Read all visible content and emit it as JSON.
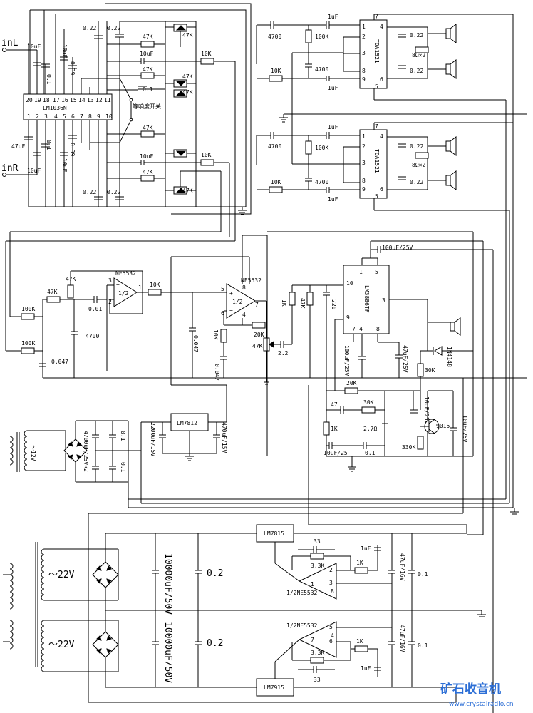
{
  "inputs": {
    "left": "inL",
    "right": "inR"
  },
  "ics": {
    "lm1036": "LM1036N",
    "tda_top": "TDA1521",
    "tda_bottom": "TDA1521",
    "ne5532_a": "NE5532",
    "ne5532_b": "NE5532",
    "lm3886": "LM3886TF",
    "lm7812": "LM7812",
    "lm7815": "LM7815",
    "lm7915": "LM7915",
    "ne5532_half_top": "1/2NE5532",
    "ne5532_half_bottom": "1/2NE5532"
  },
  "lm1036_pins_top": [
    "20",
    "19",
    "18",
    "17",
    "16",
    "15",
    "14",
    "13",
    "12",
    "11"
  ],
  "lm1036_pins_bottom": [
    "1",
    "2",
    "3",
    "4",
    "5",
    "6",
    "7",
    "8",
    "9",
    "10"
  ],
  "tda_pins": {
    "p1": "1",
    "p2": "2",
    "p3": "3",
    "p4": "4",
    "p5": "5",
    "p6": "6",
    "p7": "7",
    "p8": "8",
    "p9": "9"
  },
  "switch_label": "等响度开关",
  "values": {
    "c10uF": "10uF",
    "c047uF": "47uF",
    "c01": "0.1",
    "c039": "0.39",
    "c022": "0.22",
    "r47K": "47K",
    "r10K": "10K",
    "r100K": "100K",
    "c4700": "4700",
    "c1uF": "1uF",
    "spk8x2": "8Ω×2",
    "c001": "0.01",
    "c0047": "0.047",
    "r20K": "20K",
    "r1K": "1K",
    "c22": "2.2",
    "c220": "220",
    "c100uF25": "100uF/25V",
    "c47uF25": "47uF/25V",
    "r30K": "30K",
    "d1n4148": "1N4148",
    "c47": "47",
    "r27": "2.7Ω",
    "c10uF25": "10uF/25",
    "c10uF25V": "10uF/25V",
    "r330K": "330K",
    "q9015": "9015",
    "c2200uF": "2200uF/15V",
    "c470uF": "470uF/15V",
    "c4700x2": "4700uF/25V×2",
    "tr12v": "～12V",
    "tr22v": "～22V",
    "c10000": "10000uF/50V",
    "c02": "0.2",
    "c33": "33",
    "r33K": "3.3K",
    "c47uF16": "47uF/16V",
    "pin8": "8",
    "pin1": "1",
    "pin2": "2",
    "pin3": "3",
    "pin4": "4",
    "pin5": "5",
    "pin6": "6",
    "pin7": "7",
    "pin9": "9",
    "pin10": "10",
    "half": "1/2"
  },
  "watermark": {
    "title": "矿石收音机",
    "url": "www.crystalradio.cn"
  }
}
